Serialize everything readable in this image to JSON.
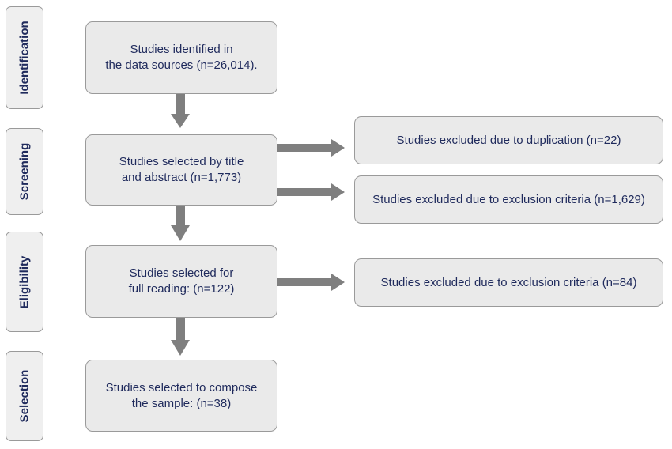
{
  "phases": {
    "identification": "Identification",
    "screening": "Screening",
    "eligibility": "Eligibility",
    "selection": "Selection"
  },
  "main_boxes": {
    "identified": "Studies identified in\nthe data sources (n=26,014).",
    "title_abstract": "Studies selected by title\nand abstract (n=1,773)",
    "full_reading": "Studies selected for\nfull reading: (n=122)",
    "sample": "Studies selected to compose\nthe sample: (n=38)"
  },
  "excluded_boxes": {
    "duplication": "Studies excluded due to duplication (n=22)",
    "criteria_screening": "Studies excluded due to exclusion criteria (n=1,629)",
    "criteria_eligibility": "Studies excluded due to exclusion criteria (n=84)"
  },
  "colors": {
    "text": "#1f2a5c",
    "box_fill": "#eaeaea",
    "box_border": "#9a9a9a",
    "arrow": "#7f7f7f"
  }
}
